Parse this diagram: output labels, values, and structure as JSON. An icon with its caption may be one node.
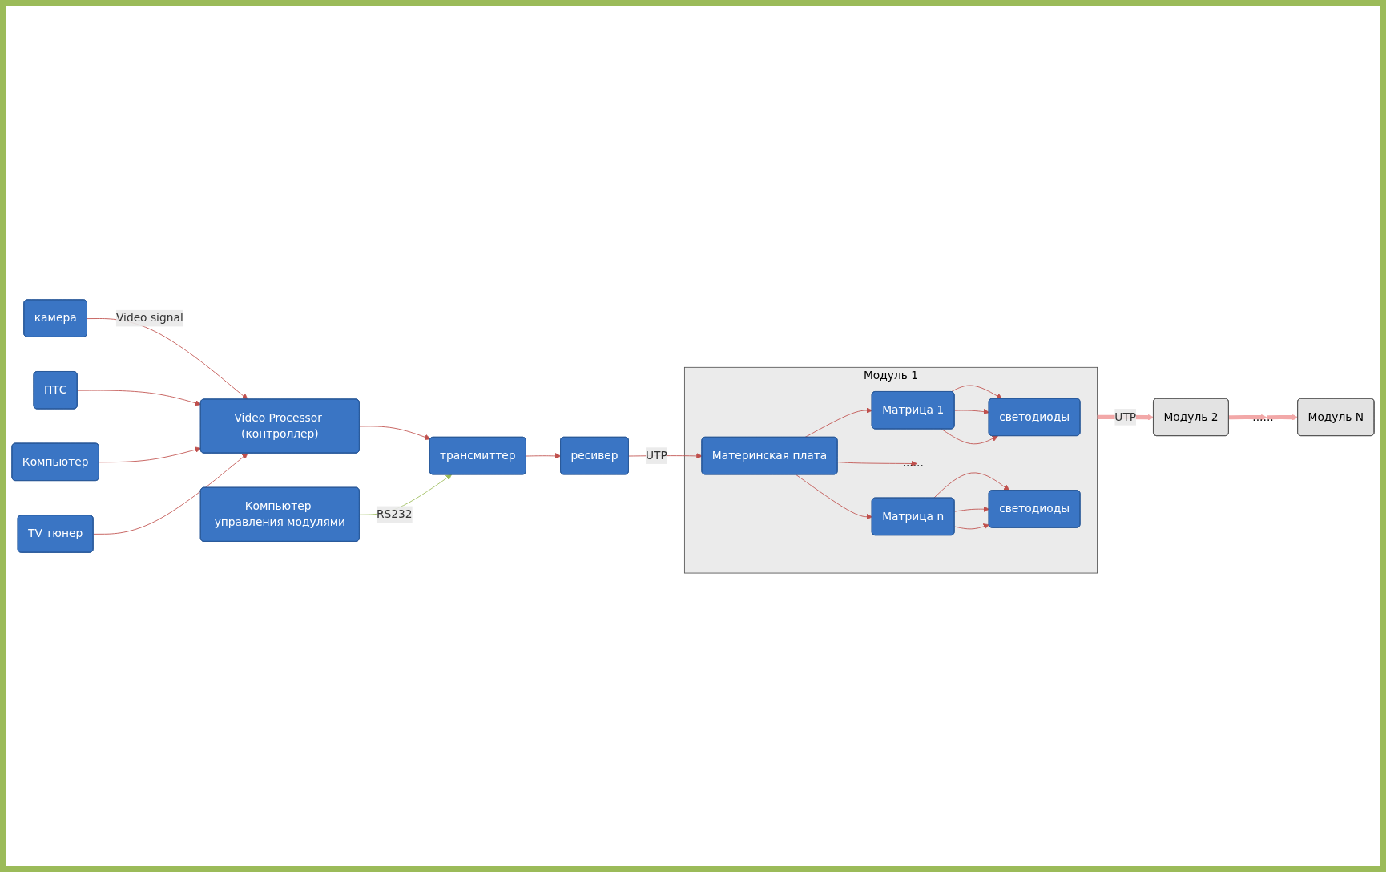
{
  "diagram": {
    "nodes": [
      {
        "text": [
          "камера"
        ]
      },
      {
        "text": [
          "ПТС"
        ]
      },
      {
        "text": [
          "Компьютер"
        ]
      },
      {
        "text": [
          "TV тюнер"
        ]
      },
      {
        "text": [
          "Video Processor (контроллер)"
        ]
      },
      {
        "text": [
          "Компьютер управления модулями"
        ]
      },
      {
        "text": [
          "трансмиттер"
        ]
      },
      {
        "text": [
          "Модуль N"
        ]
      },
      {
        "text": [
          "Модуль 1"
        ]
      },
      {
        "text": [
          "светодиоды"
        ],
        "in": 8
      },
      {
        "text": [
          "светодиоды"
        ],
        "in": 8
      },
      {
        "text": [
          "Матрица 1"
        ],
        "in": 8
      },
      {
        "text": [
          "......"
        ],
        "in": 8
      },
      {
        "text": [
          "Матрица n"
        ],
        "in": 8
      },
      {
        "text": [
          "Материнская плата"
        ],
        "in": 8
      },
      {
        "text": [
          "ресивер"
        ]
      },
      {
        "text": [
          "......"
        ]
      },
      {
        "text": [
          "Модуль 2"
        ]
      }
    ],
    "edges": [
      {
        "from": 0,
        "to": 4,
        "arrow": "to",
        "label": "Video signal"
      },
      {
        "from": 1,
        "to": 4,
        "arrow": "to"
      },
      {
        "from": 2,
        "to": 4,
        "arrow": "to"
      },
      {
        "from": 3,
        "to": 4,
        "arrow": "to"
      },
      {
        "from": 4,
        "to": 6,
        "arrow": "to"
      },
      {
        "from": 5,
        "to": 6,
        "arrow": "to",
        "label": "RS232",
        "color": "#9bbb59"
      },
      {
        "from": 6,
        "to": 15,
        "arrow": "to"
      },
      {
        "from": 15,
        "to": 14,
        "arrow": "to",
        "label": "UTP"
      },
      {
        "from": 14,
        "to": 11,
        "arrow": "to"
      },
      {
        "from": 14,
        "to": 12,
        "arrow": "to"
      },
      {
        "from": 14,
        "to": 13,
        "arrow": "to"
      },
      {
        "from": 11,
        "to": 9,
        "arrow": "to"
      },
      {
        "from": 11,
        "to": 9,
        "arrow": "to"
      },
      {
        "from": 11,
        "to": 9,
        "arrow": "to"
      },
      {
        "from": 13,
        "to": 10,
        "arrow": "to"
      },
      {
        "from": 13,
        "to": 10,
        "arrow": "to"
      },
      {
        "from": 13,
        "to": 10,
        "arrow": "to"
      },
      {
        "from": 8,
        "to": 17,
        "arrow": "to",
        "label": "UTP",
        "style": "thick",
        "color": "#f2a8a8"
      },
      {
        "from": 17,
        "to": 16,
        "arrow": "to",
        "style": "thick",
        "color": "#f2a8a8"
      },
      {
        "from": 16,
        "to": 7,
        "arrow": "to",
        "style": "thick",
        "color": "#f2a8a8"
      }
    ]
  }
}
